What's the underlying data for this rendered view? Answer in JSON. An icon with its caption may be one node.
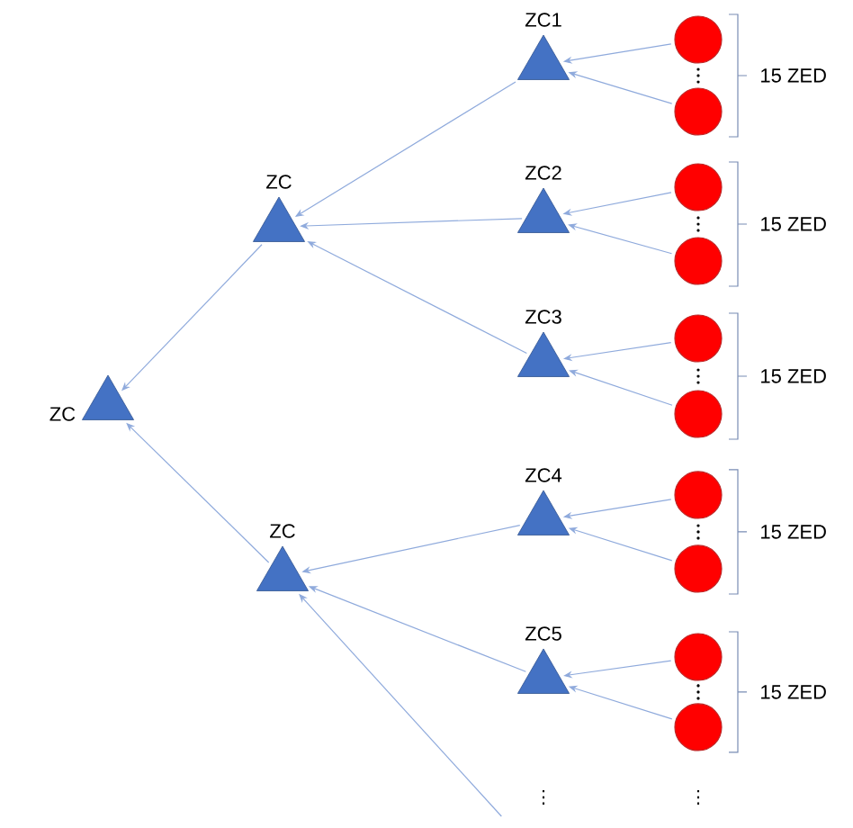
{
  "diagram": {
    "nodes": [
      {
        "text": [
          "ZC"
        ]
      },
      {
        "text": [
          "ZC"
        ]
      },
      {
        "text": [
          "ZC"
        ]
      },
      {
        "text": [
          "ZC1"
        ]
      },
      {
        "text": [
          "ZC2"
        ]
      },
      {
        "text": [
          "ZC3"
        ]
      },
      {
        "text": [
          "ZC4"
        ]
      },
      {
        "text": [
          "ZC5"
        ]
      },
      {
        "text": [],
        "shape": "circle"
      },
      {
        "text": [],
        "shape": "circle"
      },
      {
        "text": [],
        "shape": "circle"
      },
      {
        "text": [],
        "shape": "circle"
      },
      {
        "text": [],
        "shape": "circle"
      },
      {
        "text": [],
        "shape": "circle"
      },
      {
        "text": [],
        "shape": "circle"
      },
      {
        "text": [],
        "shape": "circle"
      },
      {
        "text": [],
        "shape": "circle"
      },
      {
        "text": [],
        "shape": "circle"
      }
    ],
    "edges": [
      {
        "from": 1,
        "to": 0,
        "arrow": "to"
      },
      {
        "from": 2,
        "to": 0,
        "arrow": "to"
      },
      {
        "from": 3,
        "to": 1,
        "arrow": "to"
      },
      {
        "from": 4,
        "to": 1,
        "arrow": "to"
      },
      {
        "from": 5,
        "to": 1,
        "arrow": "to"
      },
      {
        "from": 6,
        "to": 2,
        "arrow": "to"
      },
      {
        "from": 7,
        "to": 2,
        "arrow": "to"
      },
      {
        "from": null,
        "to": 2,
        "arrow": "to"
      },
      {
        "from": 8,
        "to": 3,
        "arrow": "to"
      },
      {
        "from": 9,
        "to": 3,
        "arrow": "to"
      },
      {
        "from": 10,
        "to": 4,
        "arrow": "to"
      },
      {
        "from": 11,
        "to": 4,
        "arrow": "to"
      },
      {
        "from": 12,
        "to": 5,
        "arrow": "to"
      },
      {
        "from": 13,
        "to": 5,
        "arrow": "to"
      },
      {
        "from": 14,
        "to": 6,
        "arrow": "to"
      },
      {
        "from": 15,
        "to": 6,
        "arrow": "to"
      },
      {
        "from": 16,
        "to": 7,
        "arrow": "to"
      },
      {
        "from": 17,
        "to": 7,
        "arrow": "to"
      }
    ],
    "labels": [
      "15 ZED",
      "15 ZED",
      "15 ZED",
      "15 ZED",
      "15 ZED",
      "⋮",
      "⋮"
    ]
  }
}
